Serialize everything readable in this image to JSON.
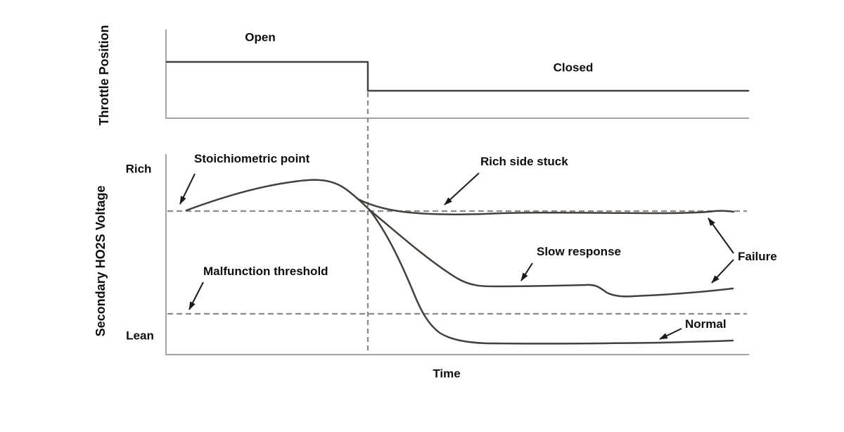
{
  "figure": {
    "top_chart": {
      "axis_label": "Throttle Position",
      "open": "Open",
      "closed": "Closed"
    },
    "bottom_chart": {
      "axis_label": "Secondary HO2S Voltage",
      "rich": "Rich",
      "lean": "Lean",
      "time": "Time",
      "stoichiometric_point": "Stoichiometric point",
      "malfunction_threshold": "Malfunction threshold",
      "rich_side_stuck": "Rich side stuck",
      "slow_response": "Slow response",
      "failure": "Failure",
      "normal": "Normal"
    },
    "colors": {
      "curve": "#45403c",
      "axis": "#a6a3a1",
      "dashed_line": "#8d8b89",
      "text": "#0d0d0d"
    }
  }
}
